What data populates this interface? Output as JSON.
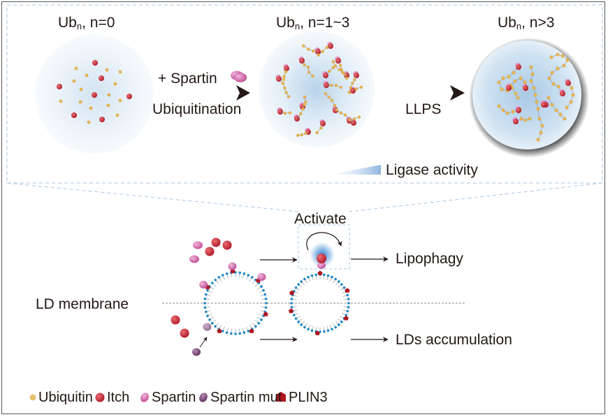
{
  "top_panel": {
    "stage1": {
      "base": "Ub",
      "subscript": "n",
      "suffix": ", n=0"
    },
    "stage2": {
      "base": "Ub",
      "subscript": "n",
      "suffix": ", n=1~3"
    },
    "stage3": {
      "base": "Ub",
      "subscript": "n",
      "suffix": ", n>3"
    },
    "arrow1_top_label": "+ Spartin",
    "arrow1_bottom_label": "Ubiquitination",
    "arrow2_label": "LLPS",
    "gradient_label": "Ligase activity"
  },
  "bottom_panel": {
    "membrane_label": "LD membrane",
    "activate_label": "Activate",
    "outcome_top": "Lipophagy",
    "outcome_bottom": "LDs accumulation"
  },
  "legend": [
    {
      "label": "Ubiquitin",
      "icon": "ubiquitin-dot",
      "color": "#e8b95a"
    },
    {
      "label": "Itch",
      "icon": "itch-sphere",
      "color": "#c8323f"
    },
    {
      "label": "Spartin",
      "icon": "spartin-oval",
      "color": "#d77ab0"
    },
    {
      "label": "Spartin mut",
      "icon": "spartin-mut-oval",
      "color": "#7d4a7a"
    },
    {
      "label": "PLIN3",
      "icon": "plin3-pentagon",
      "color": "#b0161e"
    }
  ],
  "colors": {
    "itch": "#c8323f",
    "ubiquitin": "#e2a93c",
    "spartin": "#d77ab0",
    "spartin_mut": "#7d4a7a",
    "plin3": "#b0161e",
    "lipid_head": "#1e88c8",
    "dashed_guide": "#a9c6e3",
    "condensate": "#c5ddef"
  }
}
